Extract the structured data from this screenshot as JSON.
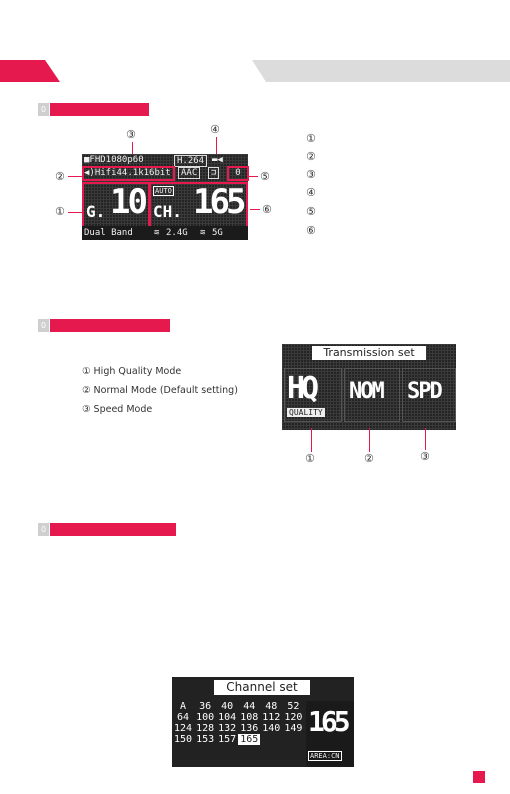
{
  "header": {
    "accent": "#e6194f",
    "band_gray": "#dcdcdc"
  },
  "sections": [
    {
      "num": "0"
    },
    {
      "num": "0"
    },
    {
      "num": "0"
    }
  ],
  "status_screen": {
    "video_format": "FHD1080p60",
    "codec": "H.264",
    "audio": "Hifi44.1k16bit",
    "audio_codec": "AAC",
    "count": "0",
    "group_label": "G.",
    "group_value": "10",
    "auto": "AUTO",
    "channel_label": "CH.",
    "channel_value": "165",
    "band": "Dual Band",
    "band_24": "2.4G",
    "band_5": "5G",
    "callouts": [
      "①",
      "②",
      "③",
      "④",
      "⑤",
      "⑥"
    ]
  },
  "status_legend": [
    "①",
    "②",
    "③",
    "④",
    "⑤",
    "⑥"
  ],
  "transmission": {
    "title": "Transmission set",
    "modes": [
      "HQ",
      "NOM",
      "SPD"
    ],
    "quality_label": "QUALITY",
    "legend": [
      "① High Quality Mode",
      "② Normal Mode (Default setting)",
      "③ Speed Mode"
    ],
    "callouts": [
      "①",
      "②",
      "③"
    ]
  },
  "channel_set": {
    "title": "Channel set",
    "rows": [
      [
        "A",
        "36",
        "40",
        "44",
        "48",
        "52"
      ],
      [
        "64",
        "100",
        "104",
        "108",
        "112",
        "120"
      ],
      [
        "124",
        "128",
        "132",
        "136",
        "140",
        "149"
      ],
      [
        "150",
        "153",
        "157",
        "165",
        "",
        ""
      ]
    ],
    "selected": "165",
    "big_value": "165",
    "area": "AREA:CN"
  },
  "page_marker_color": "#e6194f"
}
